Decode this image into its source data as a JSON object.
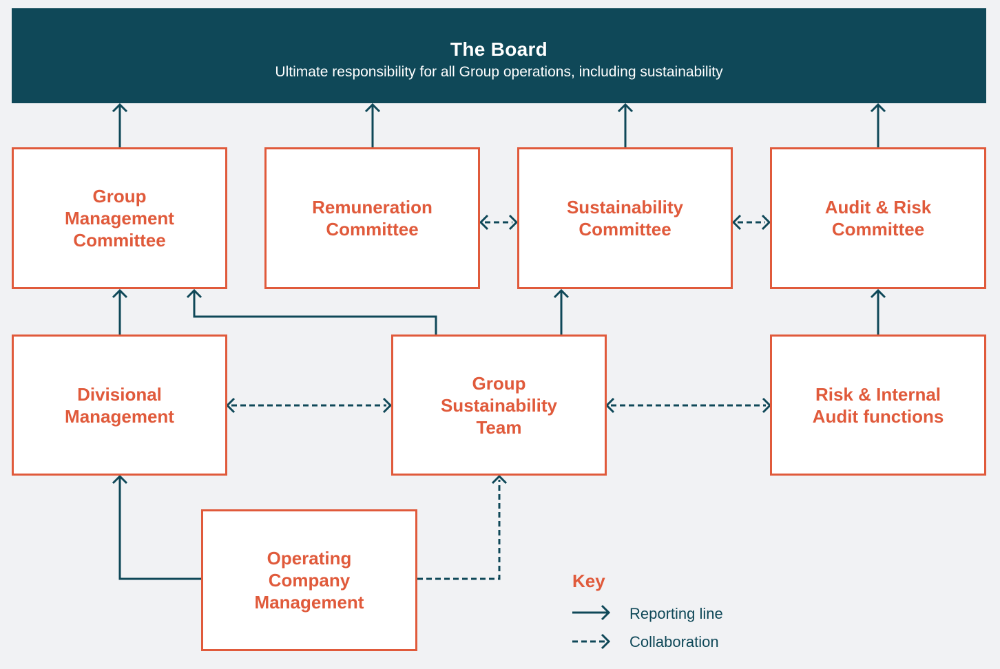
{
  "board": {
    "title": "The Board",
    "subtitle": "Ultimate responsibility for all Group operations, including sustainability"
  },
  "nodes": {
    "group_management_committee": "Group\nManagement\nCommittee",
    "remuneration_committee": "Remuneration\nCommittee",
    "sustainability_committee": "Sustainability\nCommittee",
    "audit_risk_committee": "Audit & Risk\nCommittee",
    "divisional_management": "Divisional\nManagement",
    "group_sustainability_team": "Group\nSustainability\nTeam",
    "risk_internal_audit": "Risk & Internal\nAudit functions",
    "operating_company_management": "Operating\nCompany\nManagement"
  },
  "key": {
    "title": "Key",
    "reporting_line": "Reporting line",
    "collaboration": "Collaboration"
  },
  "colors": {
    "board_fill": "#0f4858",
    "connector": "#0f4858",
    "node_accent": "#e05a3b",
    "background": "#f1f2f4"
  }
}
